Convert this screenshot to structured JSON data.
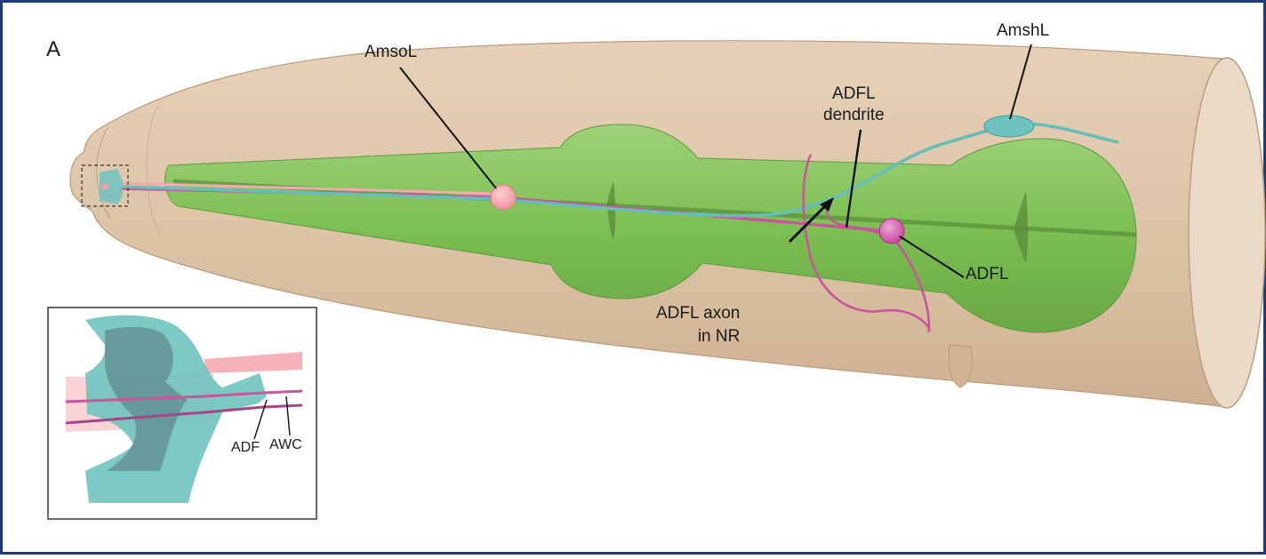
{
  "figure": {
    "panel_letter": "A",
    "labels": {
      "amsol": "AmsoL",
      "amshl": "AmshL",
      "adfl_dendrite_line1": "ADFL",
      "adfl_dendrite_line2": "dendrite",
      "adfl": "ADFL",
      "adfl_axon_line1": "ADFL axon",
      "adfl_axon_line2": "in NR"
    },
    "inset": {
      "adf": "ADF",
      "awc": "AWC"
    },
    "colors": {
      "border": "#1f3a7a",
      "body": "#dcc4a8",
      "pharynx": "#7fbf55",
      "amphid_sheath": "#6fc3bf",
      "adf_neuron": "#c8559e",
      "amsol": "#f2a0a8"
    }
  }
}
